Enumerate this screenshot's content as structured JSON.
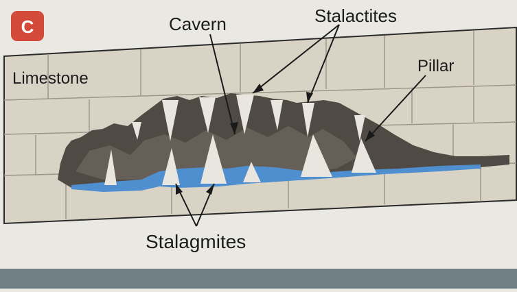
{
  "figure": {
    "panel_badge": "C",
    "labels": {
      "limestone": "Limestone",
      "cavern": "Cavern",
      "stalactites": "Stalactites",
      "pillar": "Pillar",
      "stalagmites": "Stalagmites"
    }
  },
  "colors": {
    "page": "#e9e8e3",
    "rock": "#d9d3c5",
    "rock_lines": "#9c9688",
    "cave_dark": "#4f4a44",
    "cave_mid": "#6e675d",
    "formation": "#e8e6df",
    "water": "#4f8fd0",
    "badge": "#d44a3a",
    "leader_lines": "#1a1a1a"
  }
}
